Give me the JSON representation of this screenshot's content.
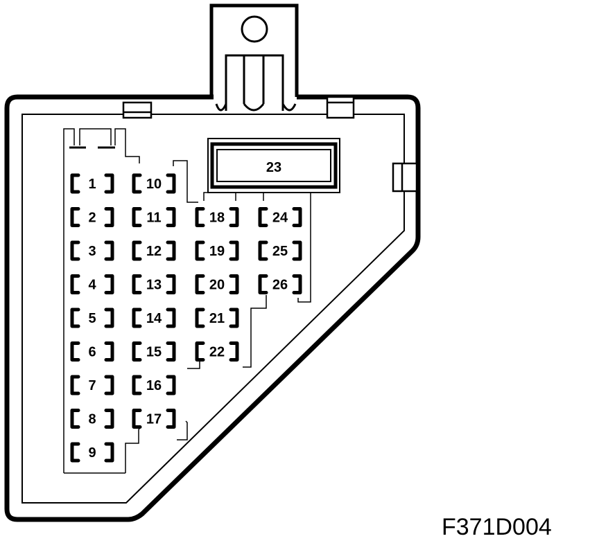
{
  "drawing_code": "F371D004",
  "fuse_rows": [
    [
      "1",
      "10"
    ],
    [
      "2",
      "11",
      "18",
      "24"
    ],
    [
      "3",
      "12",
      "19",
      "25"
    ],
    [
      "4",
      "13",
      "20",
      "26"
    ],
    [
      "5",
      "14",
      "21"
    ],
    [
      "6",
      "15",
      "22"
    ],
    [
      "7",
      "16"
    ],
    [
      "8",
      "17"
    ],
    [
      "9"
    ]
  ],
  "maxi_fuse": "23"
}
